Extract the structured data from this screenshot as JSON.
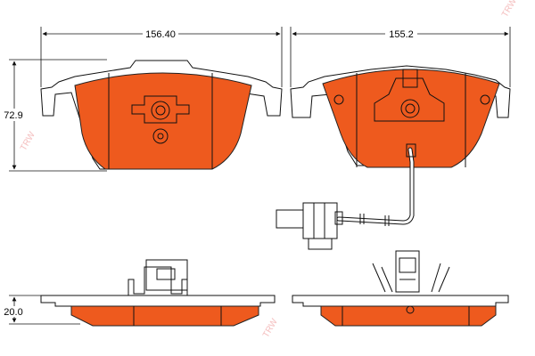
{
  "dimensions": {
    "width_left": "156.40",
    "width_right": "155.2",
    "height": "72.9",
    "thickness": "20.0"
  },
  "colors": {
    "pad_fill": "#ee5a1e",
    "pad_fill_dark": "#d84a12",
    "backplate": "#ffffff",
    "line": "#111111",
    "watermark": "#f5b8b8"
  },
  "watermark": {
    "text": "TRW"
  }
}
